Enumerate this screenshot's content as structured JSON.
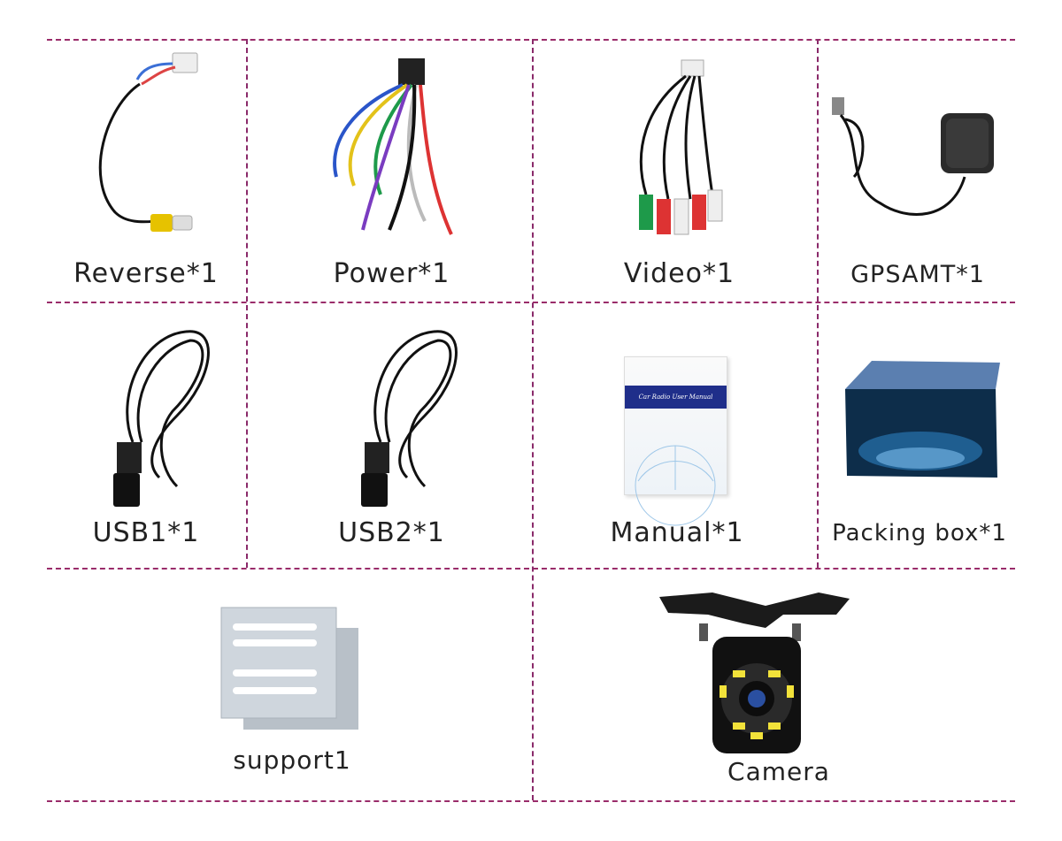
{
  "items": [
    {
      "label": "Reverse*1"
    },
    {
      "label": "Power*1"
    },
    {
      "label": "Video*1"
    },
    {
      "label": "GPSAMT*1"
    },
    {
      "label": "USB1*1"
    },
    {
      "label": "USB2*1"
    },
    {
      "label": "Manual*1"
    },
    {
      "label": "Packing box*1"
    },
    {
      "label": "support1"
    },
    {
      "label": "Camera"
    }
  ],
  "manual_cover_text": "Car Radio User Manual",
  "colors": {
    "divider_left": "#c0304a",
    "divider_right": "#5b2ca8"
  }
}
